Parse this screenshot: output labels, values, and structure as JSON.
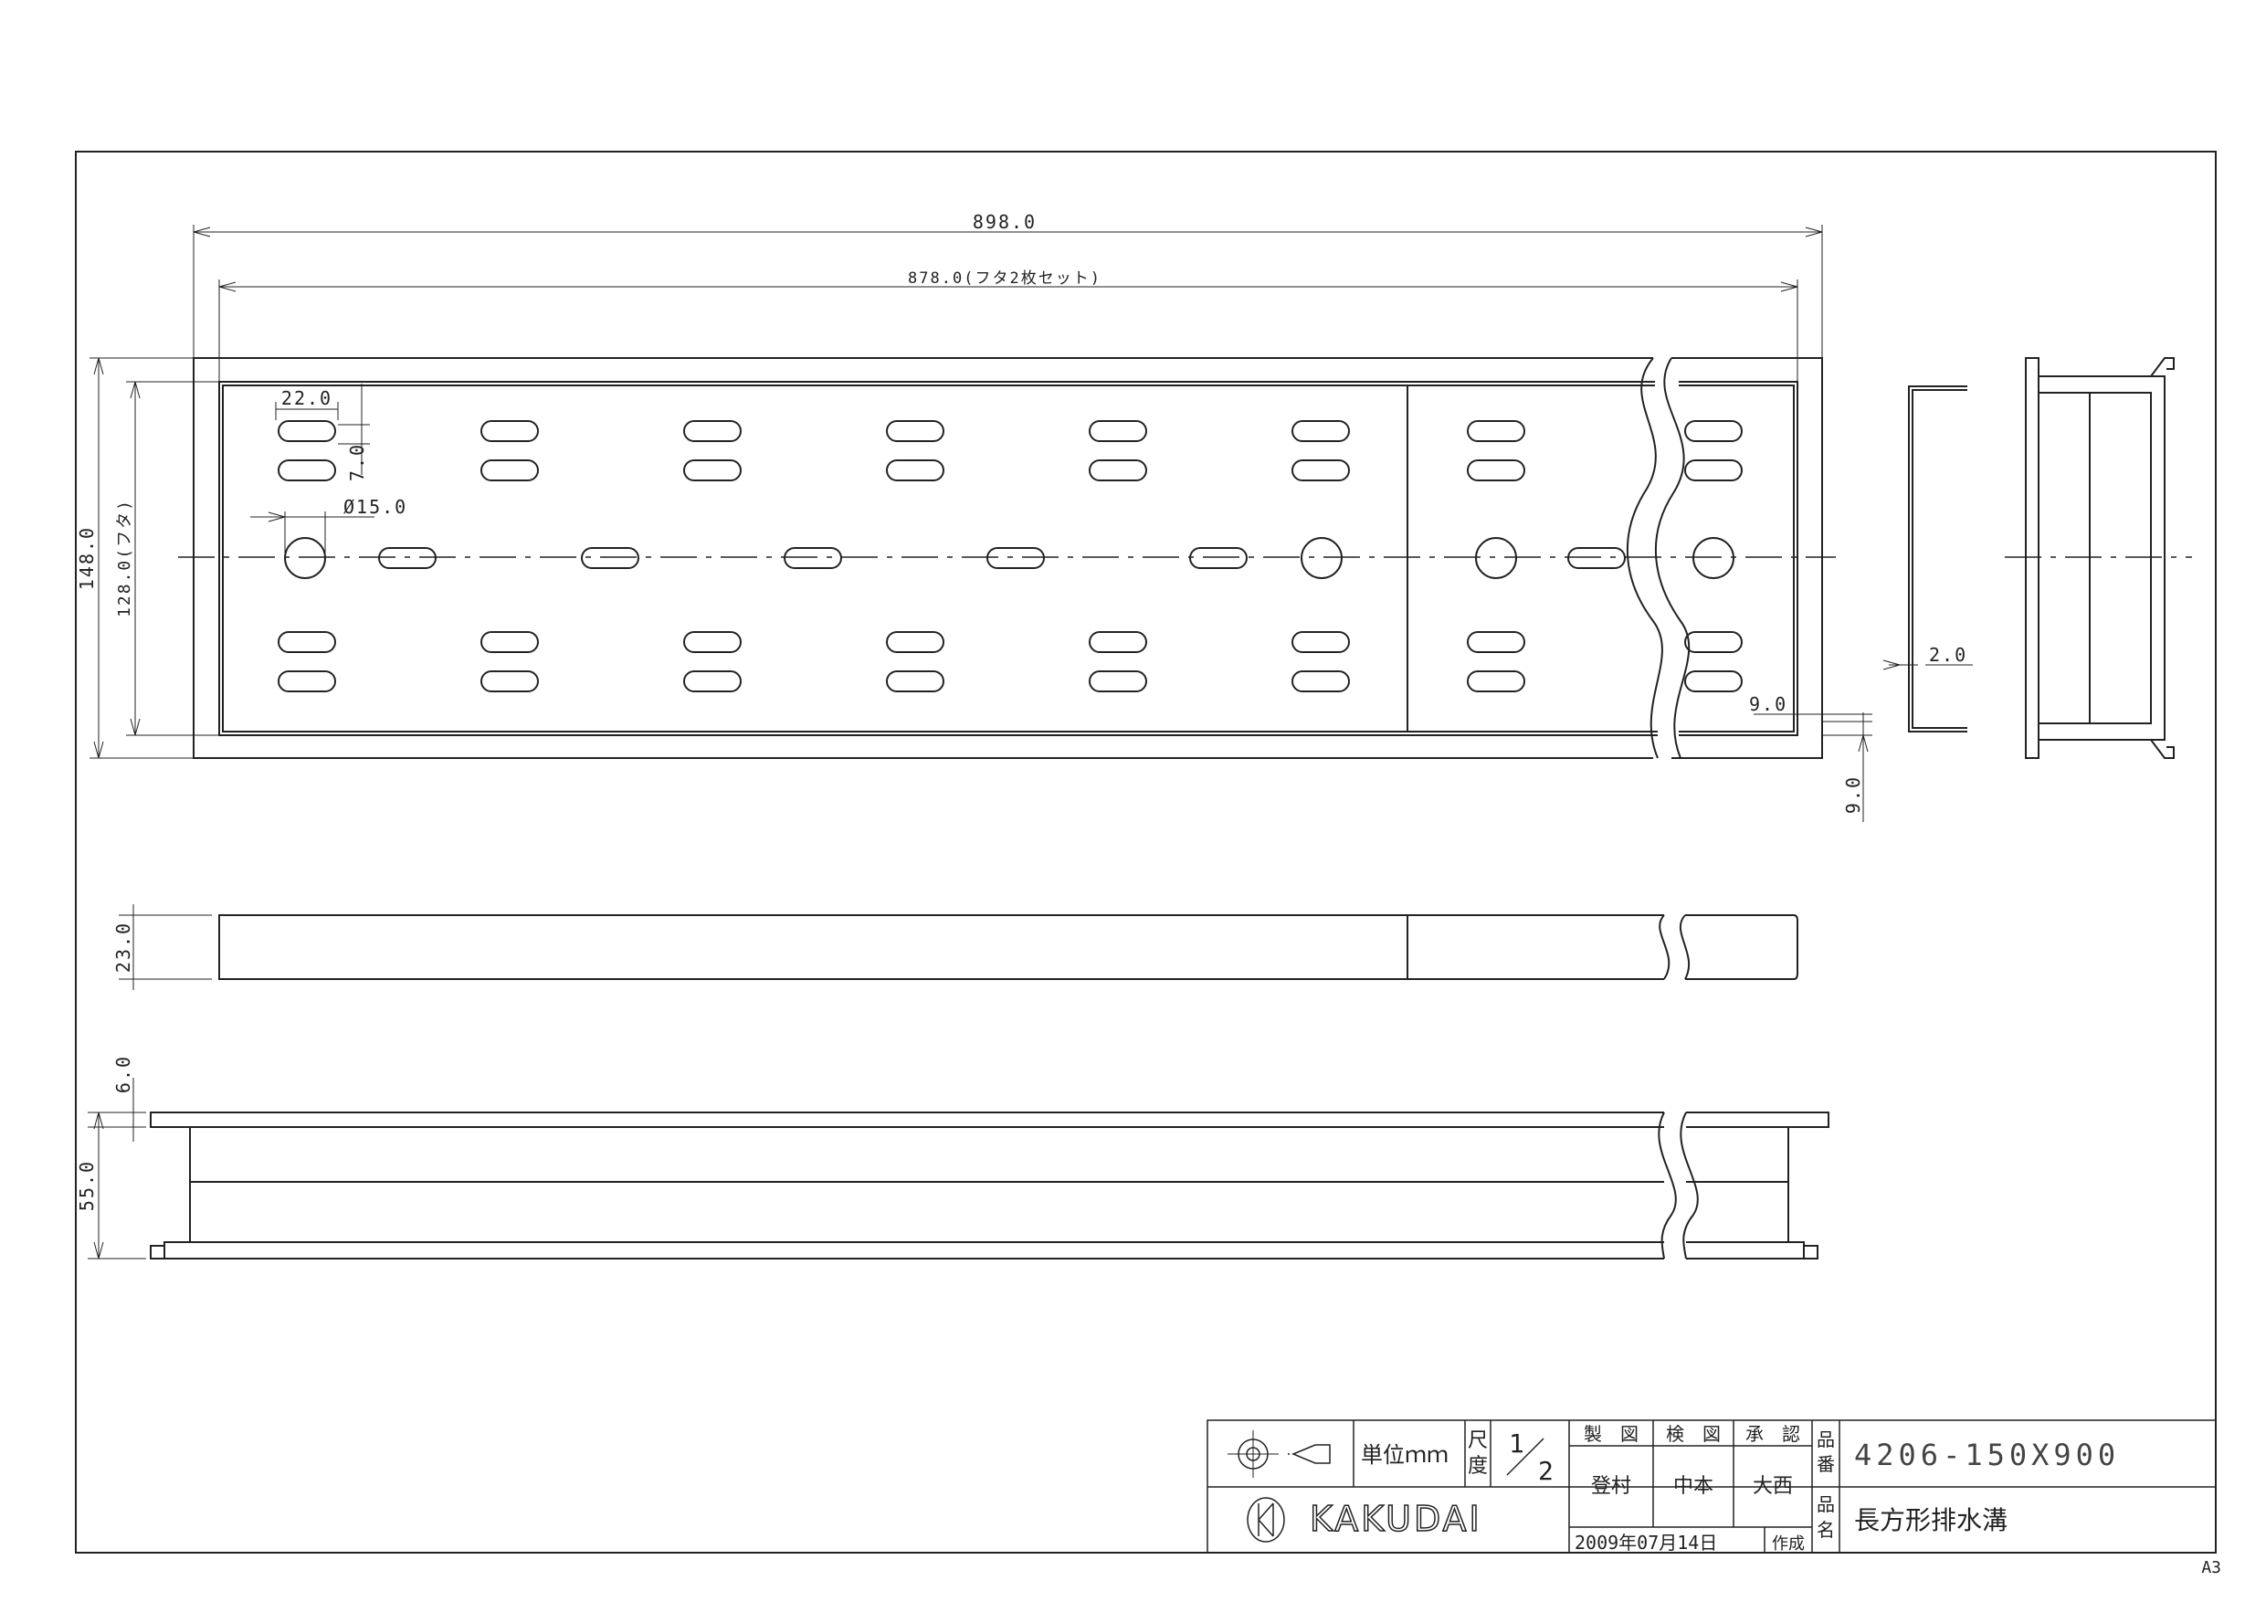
{
  "dimensions": {
    "total_length": "898.0",
    "lid_length": "878.0(フタ2枚セット)",
    "slot_length": "22.0",
    "slot_pitch": "7.0",
    "hole_diameter": "Ø15.0",
    "total_width": "148.0",
    "lid_width": "128.0(フタ)",
    "wall_thickness": "2.0",
    "flange_inner": "9.0",
    "flange_outer": "9.0",
    "lid_thickness": "23.0",
    "lip_height": "6.0",
    "body_height": "55.0"
  },
  "title_block": {
    "unit_label": "単位ｍｍ",
    "scale_label_1": "尺",
    "scale_label_2": "度",
    "scale_num": "1",
    "scale_den": "2",
    "drawn_label": "製　図",
    "checked_label": "検　図",
    "approved_label": "承　認",
    "drawn_by": "登村",
    "checked_by": "中本",
    "approved_by": "大西",
    "part_no_label_1": "品",
    "part_no_label_2": "番",
    "part_no": "4206-150X900",
    "part_name_label_1": "品",
    "part_name_label_2": "名",
    "part_name": "長方形排水溝",
    "date": "2009年07月14日",
    "created_label": "作成",
    "brand": "KAKUDAI"
  },
  "sheet_size": "A3"
}
